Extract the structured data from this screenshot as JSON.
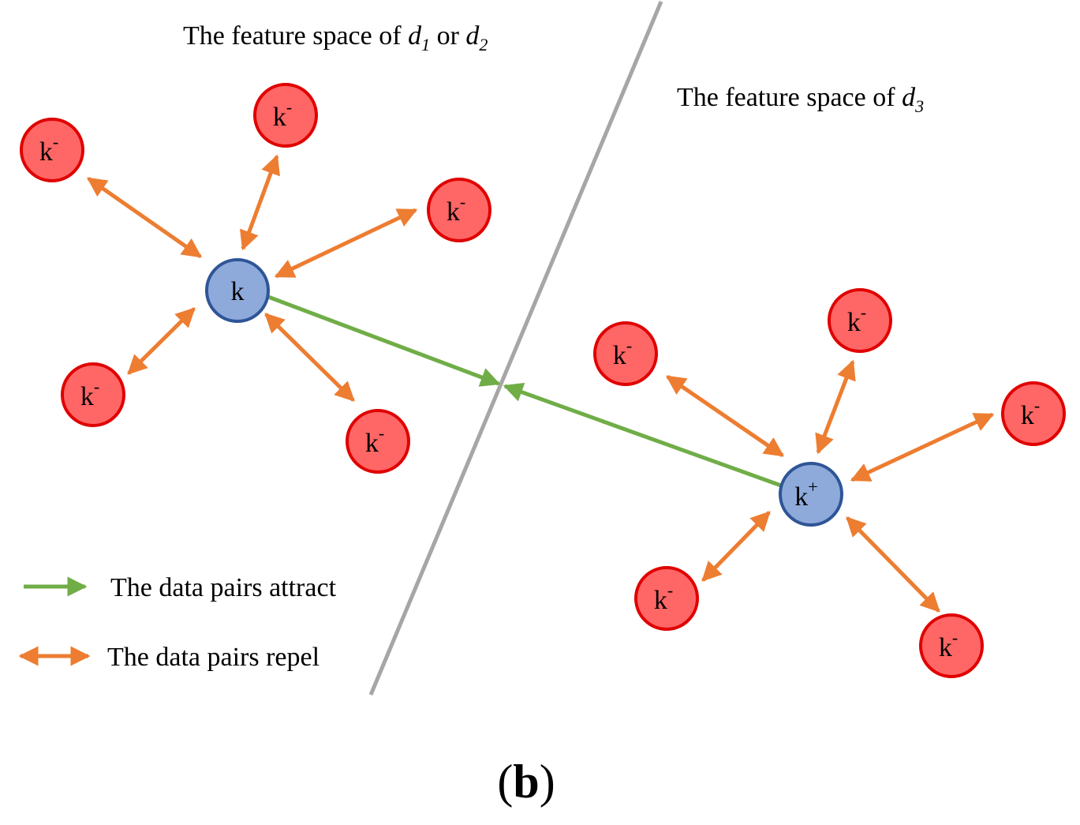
{
  "diagram": {
    "left_title": {
      "prefix": "The feature space of ",
      "var1": "d",
      "sub1": "1",
      "mid": " or ",
      "var2": "d",
      "sub2": "2"
    },
    "right_title": {
      "prefix": "The feature space of ",
      "var": "d",
      "sub": "3"
    },
    "anchor_label": "k",
    "positive_label": "k",
    "positive_sup": "+",
    "negative_label": "k",
    "negative_sup": "-",
    "legend": {
      "attract": "The data pairs attract",
      "repel": "The data pairs repel"
    },
    "caption": {
      "open": "(",
      "letter": "b",
      "close": ")"
    },
    "colors": {
      "anchor_fill": "#8eaadb",
      "anchor_stroke": "#2f5597",
      "negative_fill": "#ff6666",
      "negative_stroke": "#e00000",
      "attract": "#70ad47",
      "repel": "#ed7d31",
      "divider": "#a6a6a6"
    }
  }
}
